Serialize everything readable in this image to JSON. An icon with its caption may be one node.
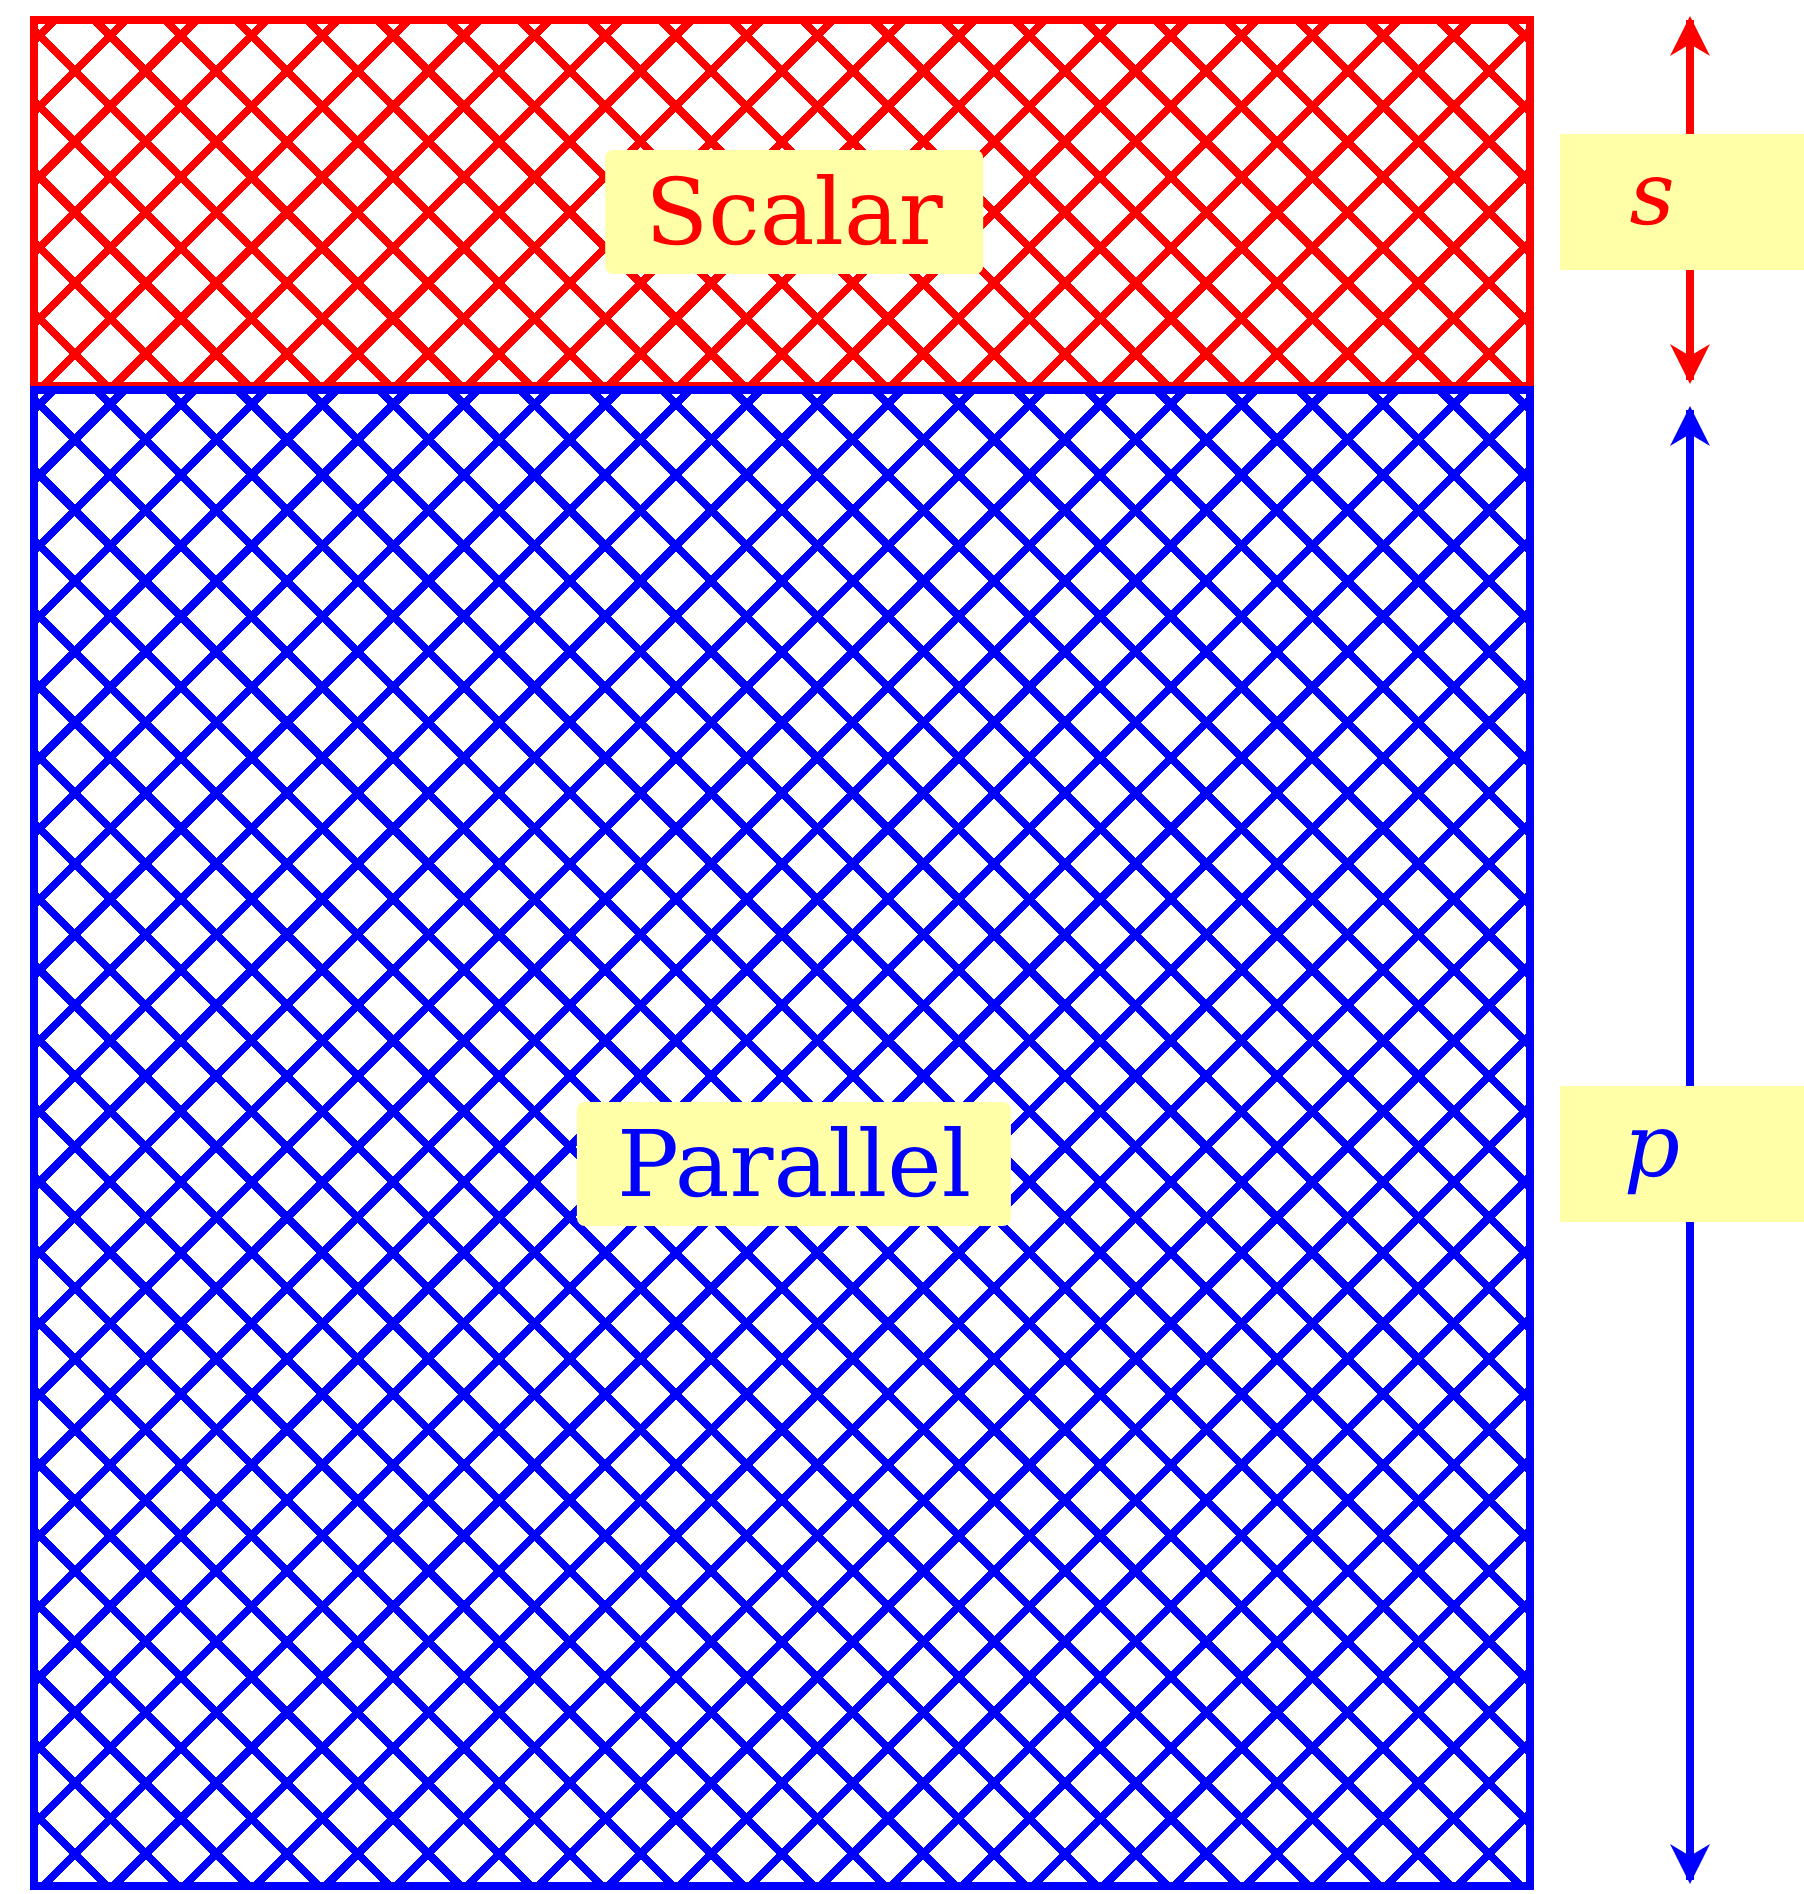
{
  "diagram": {
    "nodes": [
      {
        "text": [
          "Scalar"
        ]
      },
      {
        "text": [
          "Parallel"
        ]
      }
    ],
    "labels": [
      "s",
      "p"
    ]
  }
}
